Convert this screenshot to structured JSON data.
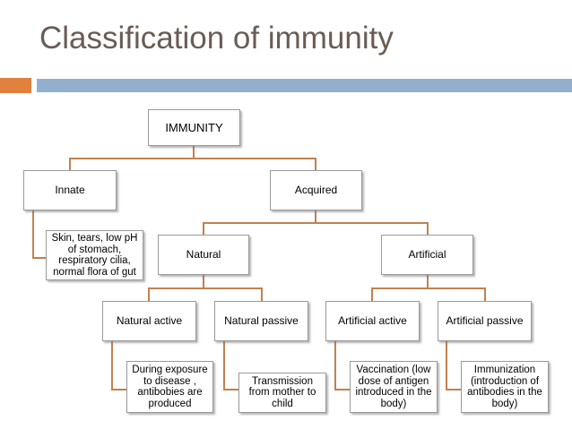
{
  "slide": {
    "title": "Classification of immunity",
    "accent_square_color": "#e0813f",
    "accent_bar_color": "#92b0ce",
    "title_color": "#6a5c54",
    "connector_color": "#c1814e",
    "node_border_color": "#9a9a9a",
    "background_color": "#ffffff"
  },
  "diagram": {
    "type": "tree",
    "root": "IMMUNITY",
    "nodes": {
      "immunity": "IMMUNITY",
      "innate": "Innate",
      "acquired": "Acquired",
      "innate_detail": "Skin, tears, low pH of stomach, respiratory cilia, normal flora of gut",
      "natural": "Natural",
      "artificial": "Artificial",
      "natural_active": "Natural active",
      "natural_passive": "Natural passive",
      "artificial_active": "Artificial active",
      "artificial_passive": "Artificial passive",
      "natural_active_detail": "During exposure to disease , antibobies are produced",
      "natural_passive_detail": "Transmission from mother to child",
      "artificial_active_detail": "Vaccination (low dose of antigen introduced in the body)",
      "artificial_passive_detail": "Immunization (introduction of antibodies in the body)"
    },
    "edges": [
      [
        "immunity",
        "innate"
      ],
      [
        "immunity",
        "acquired"
      ],
      [
        "innate",
        "innate_detail"
      ],
      [
        "acquired",
        "natural"
      ],
      [
        "acquired",
        "artificial"
      ],
      [
        "natural",
        "natural_active"
      ],
      [
        "natural",
        "natural_passive"
      ],
      [
        "artificial",
        "artificial_active"
      ],
      [
        "artificial",
        "artificial_passive"
      ],
      [
        "natural_active",
        "natural_active_detail"
      ],
      [
        "natural_passive",
        "natural_passive_detail"
      ],
      [
        "artificial_active",
        "artificial_active_detail"
      ],
      [
        "artificial_passive",
        "artificial_passive_detail"
      ]
    ]
  }
}
